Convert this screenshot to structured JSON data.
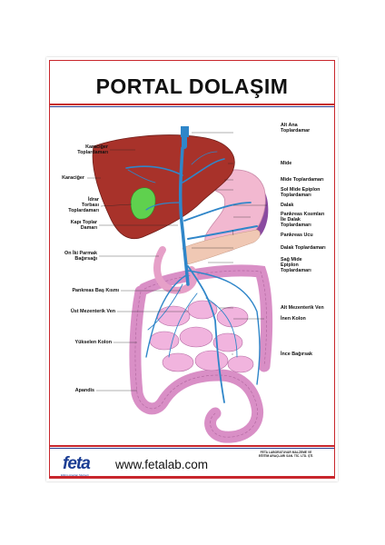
{
  "title": "PORTAL DOLAŞIM",
  "labels_left": [
    {
      "id": "karaciger-toplardamari",
      "text": "Karaciğer\nToplardamarı"
    },
    {
      "id": "karaciger",
      "text": "Karaciğer"
    },
    {
      "id": "idrar-torbasi",
      "text": "İdrar\nTorbası\nToplardamarı"
    },
    {
      "id": "kapi-toplar",
      "text": "Kapı Toplar\nDamarı"
    },
    {
      "id": "on-iki-parmak",
      "text": "On İki Parmak\nBağırsağı"
    },
    {
      "id": "pankreas-bas",
      "text": "Pankreas Baş Kısmı"
    },
    {
      "id": "ust-mezenterik",
      "text": "Üst Mezenterik Ven"
    },
    {
      "id": "yukselen-kolon",
      "text": "Yükselen Kolon"
    },
    {
      "id": "apandis",
      "text": "Apandis"
    }
  ],
  "labels_right": [
    {
      "id": "alt-ana",
      "text": "Alt Ana\nToplardamar"
    },
    {
      "id": "mide",
      "text": "Mide"
    },
    {
      "id": "mide-toplardamari",
      "text": "Mide Toplardamarı"
    },
    {
      "id": "sol-mide-epiplon",
      "text": "Sol Mide Epiplon\nToplardamarı"
    },
    {
      "id": "dalak",
      "text": "Dalak"
    },
    {
      "id": "pankreas-kisimlari",
      "text": "Pankreas Kısımları\nİle Dalak\nToplardamarı"
    },
    {
      "id": "pankreas-ucu",
      "text": "Pankreas Ucu"
    },
    {
      "id": "dalak-toplardamari",
      "text": "Dalak Toplardamarı"
    },
    {
      "id": "sag-mide-epiplon",
      "text": "Sağ Mide\nEpiplon\nToplardamarı"
    },
    {
      "id": "alt-mezenterik",
      "text": "Alt Mezenterik Ven"
    },
    {
      "id": "inen-kolon",
      "text": "İnen Kolon"
    },
    {
      "id": "ince-bagirsak",
      "text": "İnce Bağırsak"
    }
  ],
  "footer": {
    "logo": "feta",
    "logo_sub": "Eğitim Araçları Merkezi",
    "website": "www.fetalab.com",
    "company": "FETA LABORATUVAR MALZEME VE\nEĞİTİM ARAÇLARI SAN. TİC. LTD. ŞTİ."
  },
  "colors": {
    "liver": "#a8322a",
    "stomach": "#f2b8d0",
    "intestine": "#e9a7d6",
    "vein": "#2f86c9",
    "gallbladder": "#5fd14e",
    "spleen": "#8a4aa0",
    "accent_red": "#c8262c",
    "logo_blue": "#1c3e94"
  }
}
